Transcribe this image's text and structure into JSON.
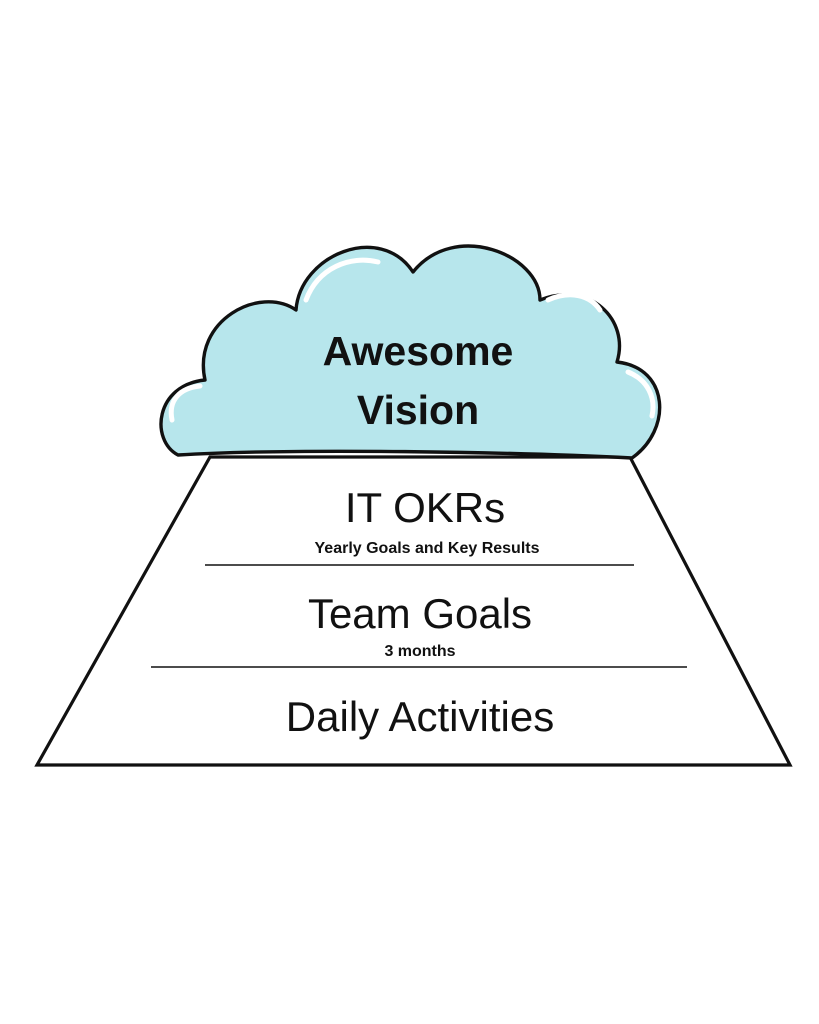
{
  "colors": {
    "cloud_fill": "#b7e6ec",
    "cloud_highlight": "#ffffff",
    "outline": "#111111",
    "background": "#ffffff"
  },
  "vision": {
    "line1": "Awesome",
    "line2": "Vision"
  },
  "tiers": [
    {
      "title": "IT OKRs",
      "subtitle": "Yearly Goals and Key Results"
    },
    {
      "title": "Team Goals",
      "subtitle": "3 months"
    },
    {
      "title": "Daily Activities",
      "subtitle": ""
    }
  ]
}
